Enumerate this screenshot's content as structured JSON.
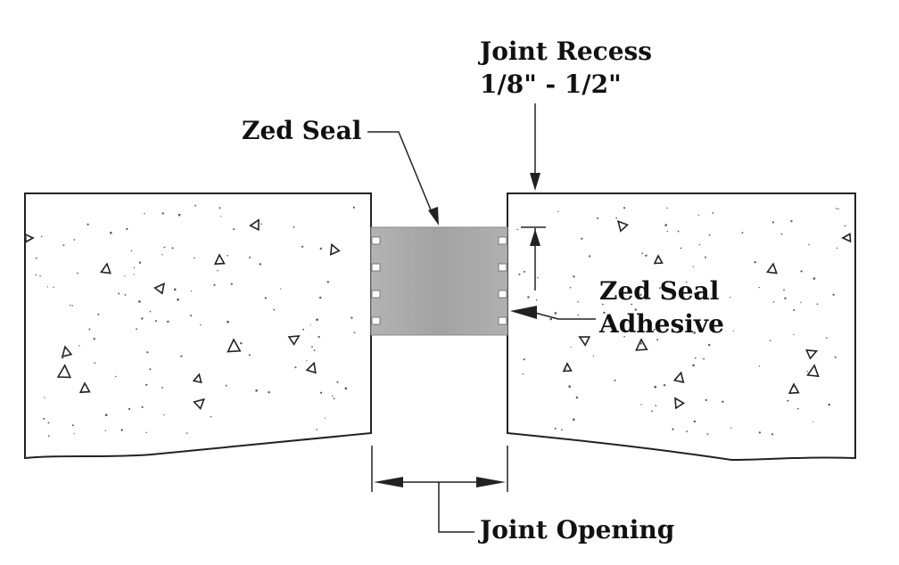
{
  "labels": {
    "zed_seal": "Zed Seal",
    "joint_recess_line1": "Joint Recess",
    "joint_recess_line2": "1/8\" - 1/2\"",
    "adhesive_line1": "Zed Seal",
    "adhesive_line2": "Adhesive",
    "joint_opening": "Joint Opening"
  },
  "colors": {
    "seal_fill": "#a6a6a6",
    "line": "#222222",
    "background": "#ffffff"
  }
}
